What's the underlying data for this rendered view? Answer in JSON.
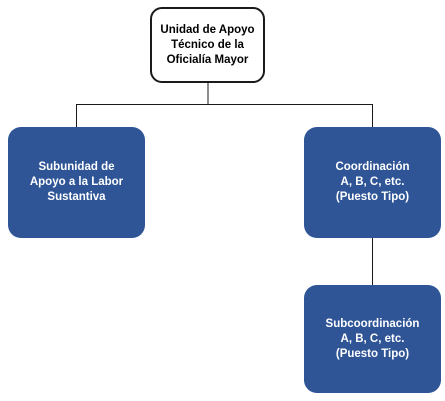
{
  "org_chart": {
    "root": {
      "label": "Unidad de Apoyo\nTécnico de la\nOficialía Mayor"
    },
    "subunit": {
      "label": "Subunidad de\nApoyo a la Labor\nSustantiva"
    },
    "coordination": {
      "label": "Coordinación\nA, B, C, etc.\n(Puesto Tipo)"
    },
    "subcoordination": {
      "label": "Subcoordinación\nA, B, C, etc.\n(Puesto Tipo)"
    }
  },
  "colors": {
    "box_blue": "#2f5597",
    "root_fill": "#ffffff",
    "line": "#1a1a1a"
  }
}
